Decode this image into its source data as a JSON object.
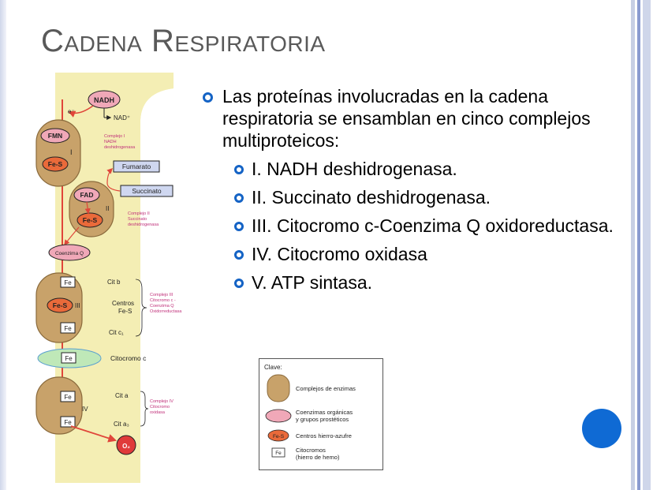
{
  "title": "Cadena Respiratoria",
  "main_bullet": "Las proteínas involucradas en la cadena respiratoria se ensamblan en cinco complejos multiproteicos:",
  "sub_bullets": [
    "I. NADH deshidrogenasa.",
    "II. Succinato deshidrogenasa.",
    "III. Citocromo c-Coenzima Q oxidoreductasa.",
    "IV. Citocromo oxidasa",
    "V. ATP sintasa."
  ],
  "diagram": {
    "nadh": "NADH",
    "e_minus": "e⁻",
    "nad_plus": "NAD⁺",
    "fmn": "FMN",
    "complex_i_roman": "I",
    "complex_i_label": [
      "Complejo I",
      "NADH",
      "deshidrogenasa"
    ],
    "fes": "Fe-S",
    "fumarato": "Fumarato",
    "fad": "FAD",
    "succinato": "Succinato",
    "complex_ii_roman": "II",
    "complex_ii_label": [
      "Complejo II",
      "Succinato",
      "deshidrogenasa"
    ],
    "coenzima_q": "Coenzima Q",
    "fe": "Fe",
    "complex_iii_roman": "III",
    "cit_b": "Cit b",
    "centros_fes": [
      "Centros",
      "Fe-S"
    ],
    "cit_c1": "Cit c₁",
    "complex_iii_label": [
      "Complejo III",
      "Citocromo c -",
      "Coenzima Q",
      "Oxidorreductasa"
    ],
    "citocromo_c": "Citocromo c",
    "complex_iv_roman": "IV",
    "cit_a": "Cit a",
    "cit_a3": "Cit a₃",
    "complex_iv_label": [
      "Complejo IV",
      "Citocromo",
      "oxidasa"
    ],
    "o2": "O₂"
  },
  "legend": {
    "title": "Clave:",
    "items": [
      [
        "Complejos de enzimas"
      ],
      [
        "Coenzimas orgánicas",
        "y grupos prostéticos"
      ],
      [
        "Centros hierro-azufre"
      ],
      [
        "Citocromos",
        "(hierro de hemo)"
      ]
    ],
    "fes_icon_text": "Fe-S",
    "fe_icon_text": "Fe"
  },
  "colors": {
    "complex_fill": "#c8a26a",
    "complex_stroke": "#8a6a3c",
    "coenzyme_fill": "#f0a8b8",
    "iron_sulfur": "#ea6a3a",
    "arrow": "#e0463a",
    "membrane": "#f3ecaa",
    "bullet_blue": "#1463c5",
    "label_magenta": "#c0307a",
    "cyt_c_fill": "#bfe8b8",
    "box_fill": "#cfd7f0"
  }
}
